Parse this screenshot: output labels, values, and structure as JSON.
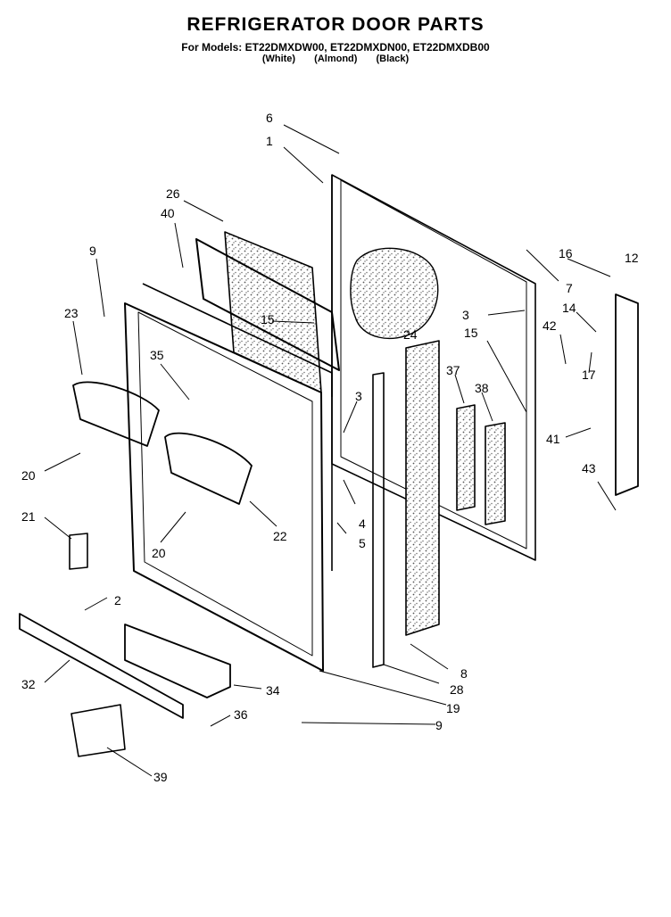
{
  "header": {
    "title": "REFRIGERATOR DOOR PARTS",
    "models_line": "For Models: ET22DMXDW00, ET22DMXDN00, ET22DMXDB00",
    "variants": [
      "(White)",
      "(Almond)",
      "(Black)"
    ]
  },
  "callouts": [
    "1",
    "2",
    "3",
    "3",
    "4",
    "5",
    "6",
    "7",
    "8",
    "9",
    "9",
    "12",
    "14",
    "15",
    "15",
    "16",
    "17",
    "19",
    "20",
    "20",
    "21",
    "22",
    "23",
    "24",
    "26",
    "28",
    "32",
    "34",
    "35",
    "36",
    "37",
    "38",
    "39",
    "40",
    "41",
    "42",
    "43"
  ],
  "colors": {
    "ink": "#000000",
    "paper": "#ffffff",
    "speckle": "#8a8a8a"
  }
}
